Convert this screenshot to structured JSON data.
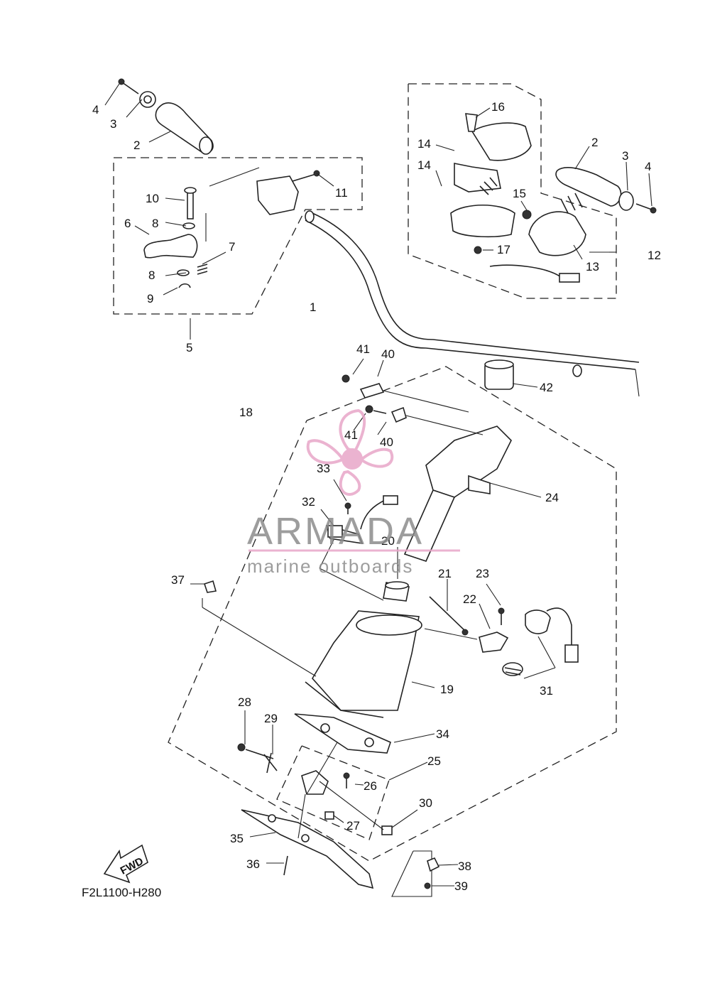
{
  "diagram": {
    "callouts": [
      "1",
      "2",
      "3",
      "4",
      "5",
      "6",
      "7",
      "8",
      "9",
      "10",
      "11",
      "12",
      "13",
      "14",
      "15",
      "16",
      "17",
      "18",
      "19",
      "20",
      "21",
      "22",
      "23",
      "24",
      "25",
      "26",
      "27",
      "28",
      "29",
      "30",
      "31",
      "32",
      "33",
      "34",
      "35",
      "36",
      "37",
      "38",
      "39",
      "40",
      "41",
      "42"
    ],
    "drawing_code": "F2L1100-H280",
    "fwd_label": "FWD"
  },
  "watermark": {
    "brand": "ARMADA",
    "tagline": "marine outboards",
    "logo_color": "#e8a6c8",
    "text_color": "#8c8c8c"
  }
}
